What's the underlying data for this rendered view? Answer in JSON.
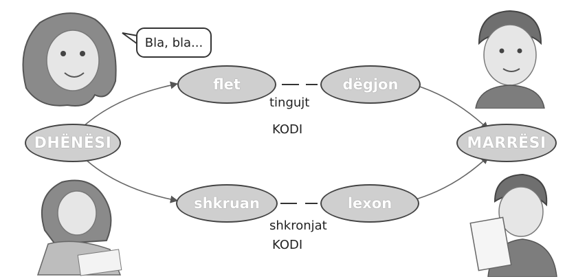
{
  "nodes": {
    "dhenesi": "DHËNËSI",
    "marresi": "MARRËSI",
    "flet": "flet",
    "degjon": "dëgjon",
    "shkruan": "shkruan",
    "lexon": "lexon"
  },
  "labels": {
    "tingujt": "tingujt",
    "kodi_top": "KODI",
    "shkronjat": "shkronjat",
    "kodi_bottom": "KODI"
  },
  "speech_bubble": "Bla, bla..."
}
